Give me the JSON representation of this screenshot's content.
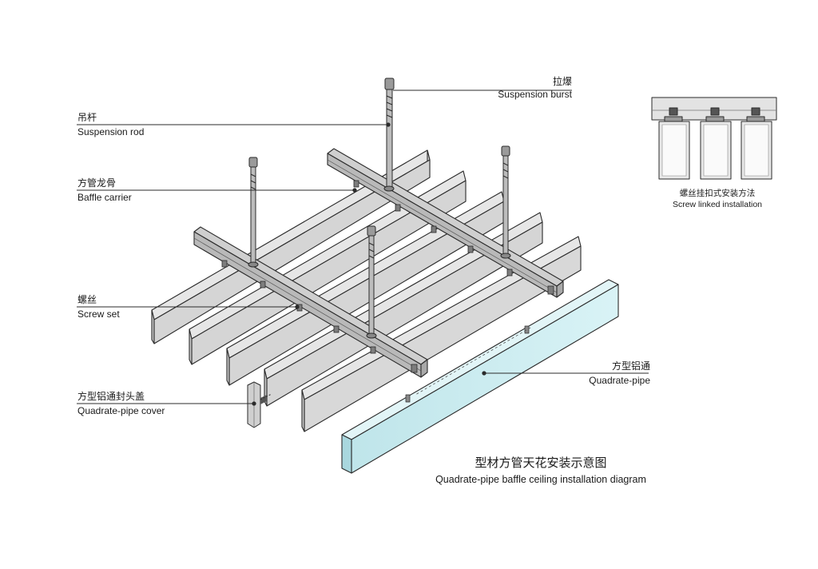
{
  "labels": {
    "suspension_burst": {
      "cn": "拉爆",
      "en": "Suspension burst"
    },
    "suspension_rod": {
      "cn": "吊杆",
      "en": "Suspension rod"
    },
    "baffle_carrier": {
      "cn": "方管龙骨",
      "en": "Baffle carrier"
    },
    "screw_set": {
      "cn": "螺丝",
      "en": "Screw set"
    },
    "pipe_cover": {
      "cn": "方型铝通封头盖",
      "en": "Quadrate-pipe cover"
    },
    "quadrate_pipe": {
      "cn": "方型铝通",
      "en": "Quadrate-pipe"
    }
  },
  "inset": {
    "cn": "螺丝挂扣式安装方法",
    "en": "Screw linked installation"
  },
  "title": {
    "cn": "型材方管天花安装示意图",
    "en": "Quadrate-pipe baffle ceiling installation diagram"
  },
  "colors": {
    "line": "#2b2b2b",
    "baffle": "#d8d8d8",
    "baffle_side": "#c4c4c4",
    "pipe": "#cfeef2",
    "carrier": "#bdbdbd"
  }
}
